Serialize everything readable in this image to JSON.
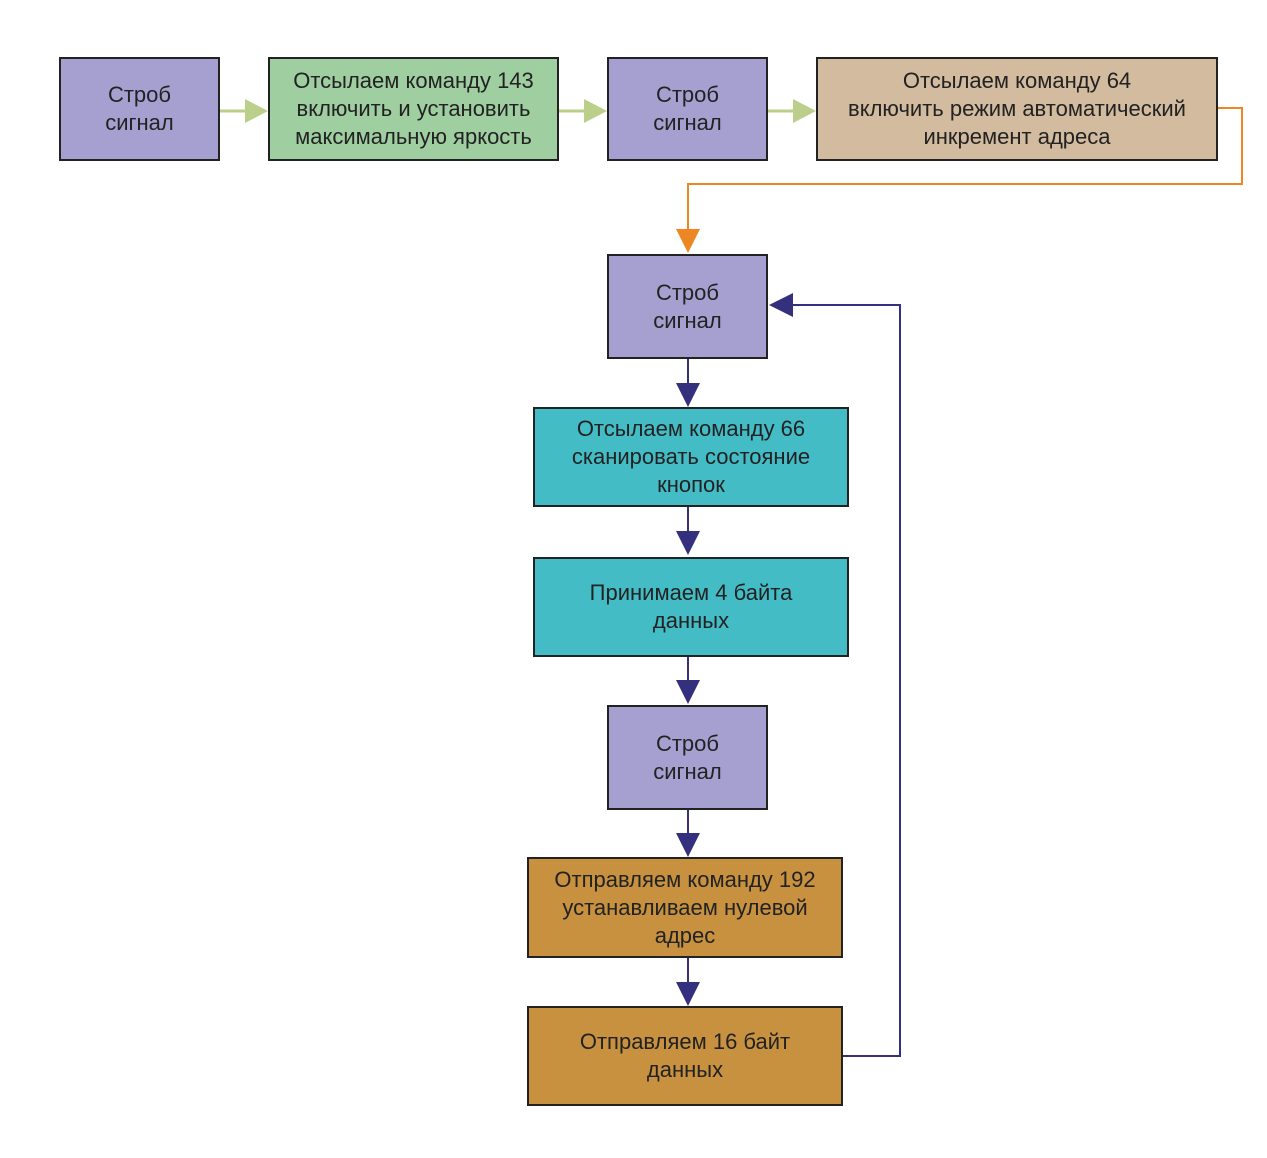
{
  "diagram": {
    "nodes": {
      "strobe1": "Строб\nсигнал",
      "cmd143": "Отсылаем команду 143\nвключить и установить\nмаксимальную яркость",
      "strobe2": "Строб\nсигнал",
      "cmd64": "Отсылаем команду 64\nвключить режим автоматический\nинкремент адреса",
      "strobe3": "Строб\nсигнал",
      "cmd66": "Отсылаем команду 66\nсканировать состояние\nкнопок",
      "receive4": "Принимаем 4 байта\nданных",
      "strobe4": "Строб\nсигнал",
      "cmd192": "Отправляем команду 192\nустанавливаем нулевой\nадрес",
      "send16": "Отправляем 16 байт\nданных"
    },
    "colors": {
      "strobe": "#a6a0d0",
      "brightness": "#9fcfa1",
      "autoincrement": "#d2bb9e",
      "scan": "#44bcc6",
      "send": "#c79140",
      "arrow_top": "#bccf8a",
      "arrow_connector": "#ee8624",
      "arrow_flow": "#34307e"
    }
  }
}
